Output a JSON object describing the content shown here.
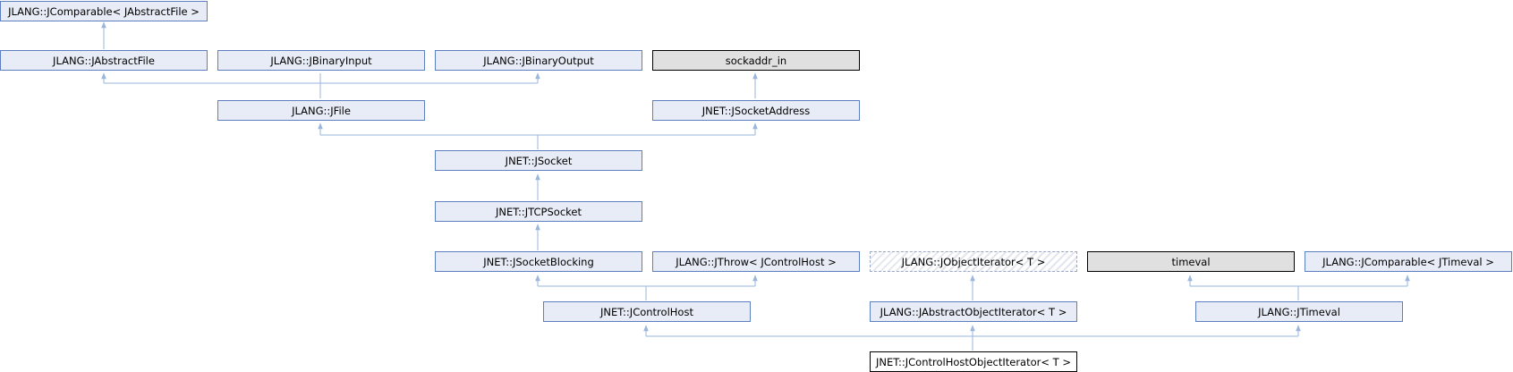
{
  "nodes": {
    "jcomparable_abstractfile": "JLANG::JComparable< JAbstractFile >",
    "jabstractfile": "JLANG::JAbstractFile",
    "jbinaryinput": "JLANG::JBinaryInput",
    "jbinaryoutput": "JLANG::JBinaryOutput",
    "sockaddr_in": "sockaddr_in",
    "jfile": "JLANG::JFile",
    "jsocketaddress": "JNET::JSocketAddress",
    "jsocket": "JNET::JSocket",
    "jtcpsocket": "JNET::JTCPSocket",
    "jsocketblocking": "JNET::JSocketBlocking",
    "jthrow": "JLANG::JThrow< JControlHost >",
    "jobjectiterator": "JLANG::JObjectIterator< T >",
    "timeval": "timeval",
    "jcomparable_timeval": "JLANG::JComparable< JTimeval >",
    "jcontrolhost": "JNET::JControlHost",
    "jabstractobjectiterator": "JLANG::JAbstractObjectIterator< T >",
    "jtimeval": "JLANG::JTimeval",
    "jcontrolhostobjectiterator": "JNET::JControlHostObjectIterator< T >"
  },
  "colors": {
    "edge": "#9ab6dd",
    "node_fill": "#e8ecf6",
    "node_border": "#5e7fbf"
  }
}
